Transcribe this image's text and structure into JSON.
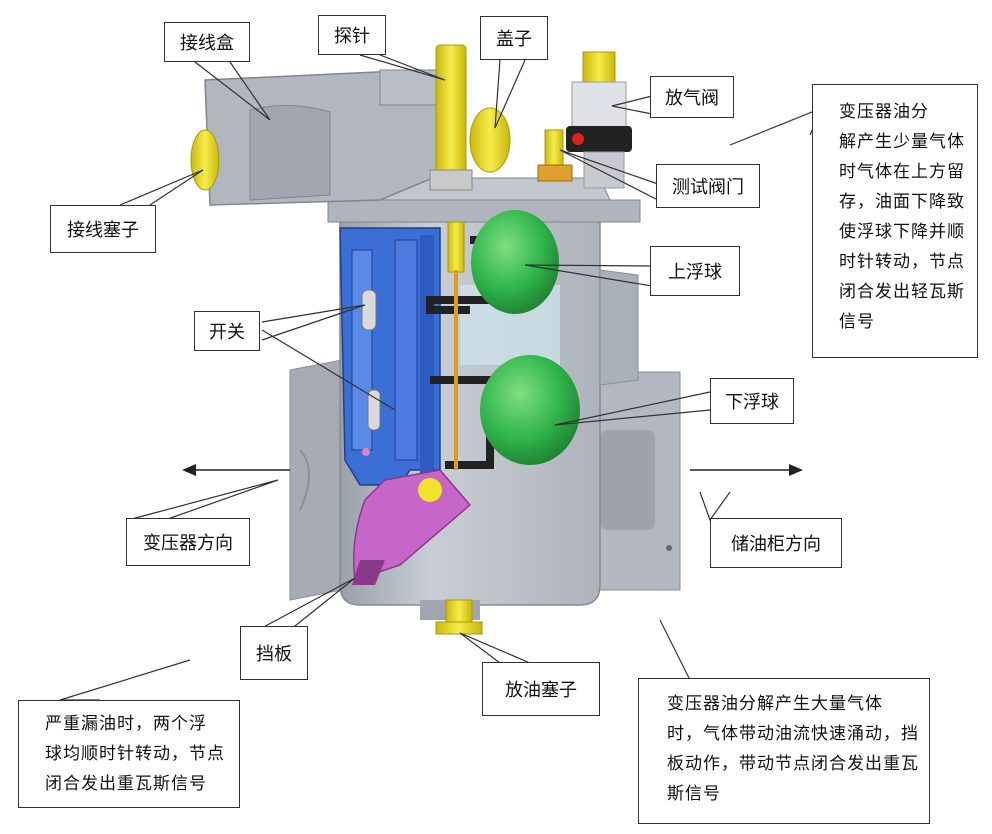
{
  "labels": {
    "junction_box": "接线盒",
    "probe": "探针",
    "cap": "盖子",
    "vent_valve": "放气阀",
    "test_valve": "测试阀门",
    "junction_plug": "接线塞子",
    "upper_float": "上浮球",
    "switch": "开关",
    "lower_float": "下浮球",
    "transformer_dir": "变压器方向",
    "conservator_dir": "储油柜方向",
    "baffle": "挡板",
    "drain_plug": "放油塞子"
  },
  "notes": {
    "light_gas": [
      "变压器油分",
      "解产生少量气体",
      "时气体在上方留",
      "存，油面下降致",
      "使浮球下降并顺",
      "时针转动，节点",
      "闭合发出轻瓦斯",
      "信号"
    ],
    "heavy_gas": [
      "变压器油分解产生大量气体",
      "时，气体带动油流快速涌动，挡",
      "板动作，带动节点闭合发出重瓦",
      "斯信号"
    ],
    "oil_leak": [
      "严重漏油时，两个浮",
      "球均顺时针转动，节点",
      "闭合发出重瓦斯信号"
    ]
  },
  "colors": {
    "body_gray": "#b9bec6",
    "float_green": "#2fb34a",
    "switch_blue": "#3b6fd6",
    "probe_yellow": "#f1e22a",
    "baffle_purple": "#c766c8"
  }
}
